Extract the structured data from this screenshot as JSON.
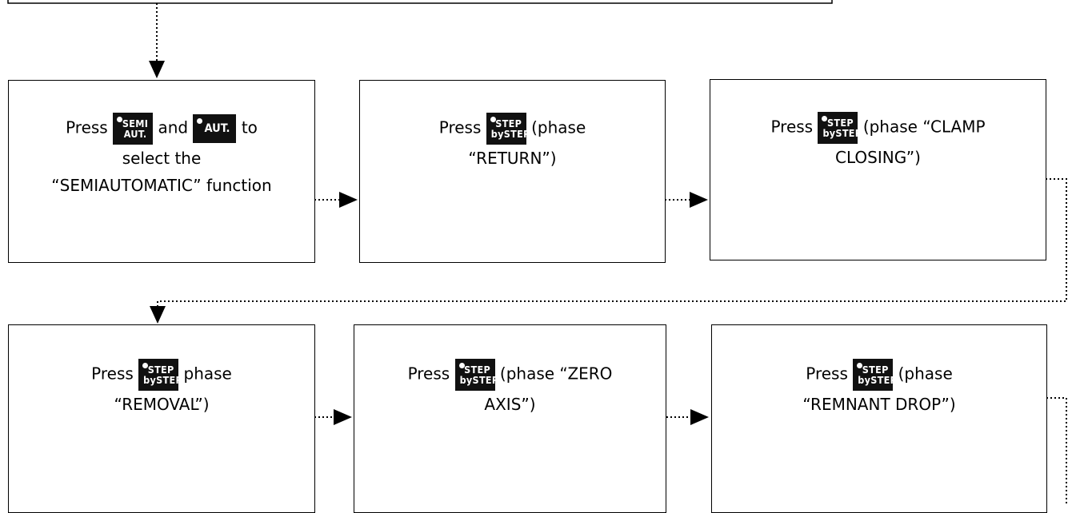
{
  "boxes": {
    "b1": {
      "l1_press": "Press",
      "l1_and": "and",
      "l1_to": "to",
      "l2": "select the",
      "l3": "“SEMIAUTOMATIC” function"
    },
    "b2": {
      "l1_press": "Press",
      "l1_rest": "(phase",
      "l2": "“RETURN”)"
    },
    "b3": {
      "l1_press": "Press",
      "l1_rest": "(phase “CLAMP",
      "l2": "CLOSING”)"
    },
    "b4": {
      "l1_press": "Press",
      "l1_rest": "phase",
      "l2": "“REMOVAL”)"
    },
    "b5": {
      "l1_press": "Press",
      "l1_rest": "(phase “ZERO",
      "l2": "AXIS”)"
    },
    "b6": {
      "l1_press": "Press",
      "l1_rest": "(phase",
      "l2": "“REMNANT DROP”)"
    }
  },
  "keys": {
    "semi_aut": {
      "line1": "SEMI",
      "line2": "AUT."
    },
    "aut": {
      "line1": "AUT."
    },
    "step_by_step": {
      "line1": "STEP",
      "line2": "bySTEP"
    }
  }
}
